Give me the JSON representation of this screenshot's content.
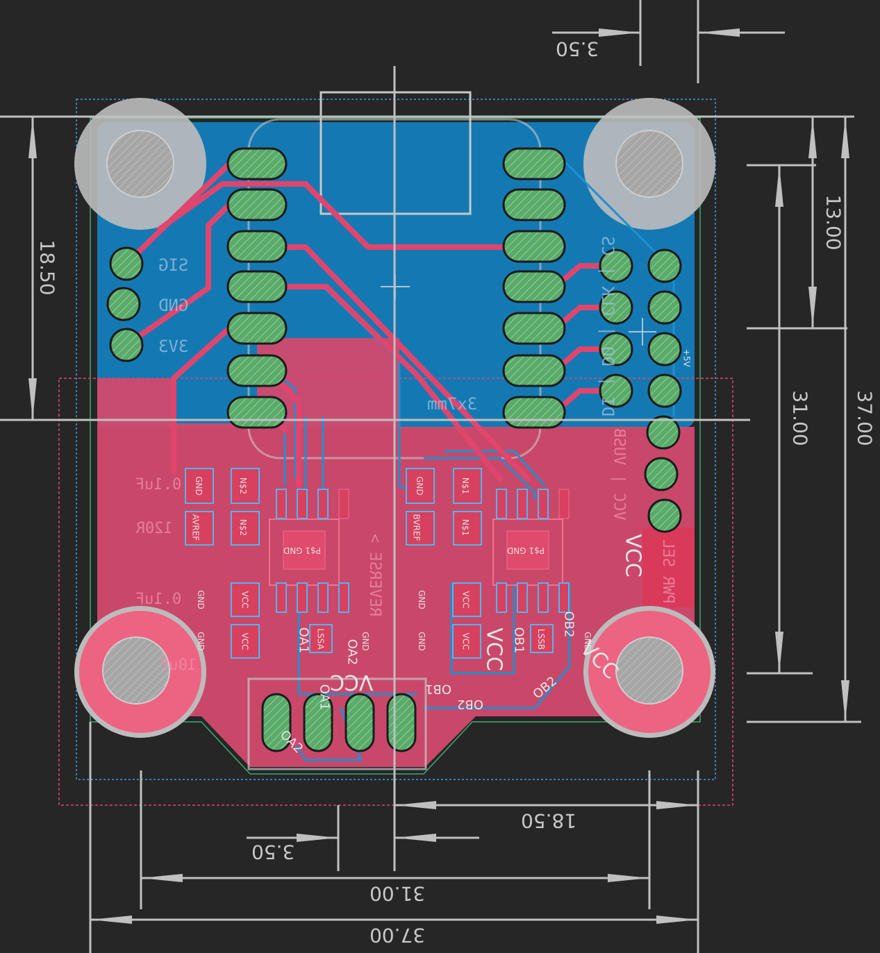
{
  "colors": {
    "background": "#262626",
    "top_copper": "#d44a70",
    "bottom_copper": "#1a7ab5",
    "pad": "#5aaa6a",
    "dimension": "#c0c0c0",
    "hole": "#a8a8a8"
  },
  "dimensions": {
    "top_offset": "3.50",
    "left_height": "18.50",
    "right_hole_offset": "13.00",
    "right_hole_spacing": "31.00",
    "right_total": "37.00",
    "bottom_half": "18.50",
    "bottom_offset": "3.50",
    "bottom_hole_spacing": "31.00",
    "bottom_total": "37.00"
  },
  "silkscreen": {
    "sig": "SIG",
    "gnd": "GND",
    "v3v3": "3V3",
    "spi": "DI | DO | CLK | CS",
    "power_select": "VCC | VUSB",
    "pwr_sel": "PWR SEL",
    "vcc_right": "VCC",
    "reverse": "REVERSE >",
    "cap1": "0.1uF",
    "res1": "120R",
    "cap2": "0.1uF",
    "cap3": "10uF",
    "plus5v": "+5V",
    "size": "3x7mm"
  },
  "labels": {
    "gnd": "GND",
    "n2": "N$2",
    "n1": "N$1",
    "avref": "AVREF",
    "bvref": "BVREF",
    "vcc": "VCC",
    "lssa": "LSSA",
    "lssb": "LSSB",
    "p1gnd": "P$1 GND",
    "oa1": "OA1",
    "oa2": "OA2",
    "ob1": "OB1",
    "ob2": "OB2",
    "vcc_big": "VCC"
  }
}
